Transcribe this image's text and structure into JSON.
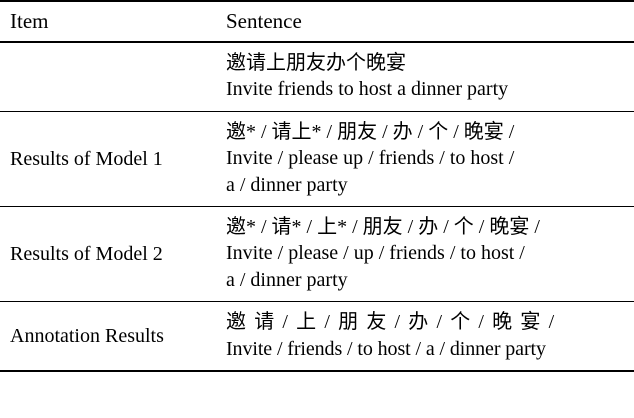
{
  "table": {
    "columns": [
      {
        "key": "item",
        "label": "Item"
      },
      {
        "key": "sentence",
        "label": "Sentence"
      }
    ],
    "rows": [
      {
        "item": "",
        "lines": [
          {
            "script": "cn",
            "text": "邀请上朋友办个晚宴"
          },
          {
            "script": "en",
            "text": "Invite friends to host a dinner party"
          }
        ]
      },
      {
        "item": "Results of Model 1",
        "lines": [
          {
            "script": "cn",
            "text": "邀* / 请上* / 朋友 / 办 / 个 / 晚宴 /"
          },
          {
            "script": "en",
            "text": "Invite / please up / friends / to host /"
          },
          {
            "script": "en",
            "text": "a / dinner party"
          }
        ]
      },
      {
        "item": "Results of Model 2",
        "lines": [
          {
            "script": "cn",
            "text": "邀* / 请* / 上* / 朋友 / 办 / 个 / 晚宴 /"
          },
          {
            "script": "en",
            "text": "Invite / please / up / friends / to host /"
          },
          {
            "script": "en",
            "text": "a / dinner party"
          }
        ]
      },
      {
        "item": "Annotation Results",
        "lines": [
          {
            "script": "cn",
            "text": "邀 请 / 上 / 朋 友 / 办 / 个 / 晚 宴 /"
          },
          {
            "script": "en",
            "text": "Invite / friends / to host / a / dinner party"
          }
        ]
      }
    ]
  },
  "style": {
    "rule_color": "#000000",
    "text_color": "#000000",
    "background": "#ffffff"
  }
}
